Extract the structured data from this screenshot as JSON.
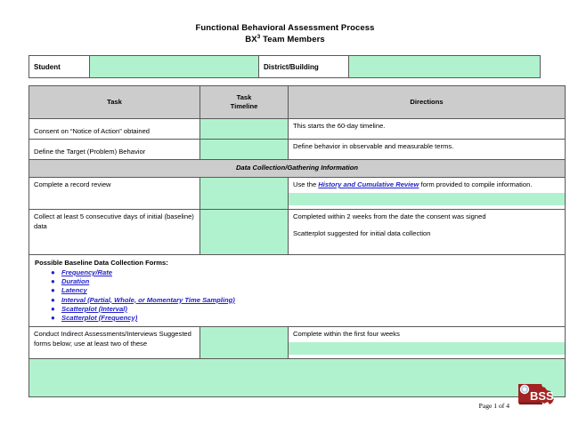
{
  "document": {
    "title_line1": "Functional Behavioral Assessment Process",
    "title_line2_main": "BX",
    "title_line2_sup": "3",
    "title_line2_rest": " Team Members"
  },
  "student_row": {
    "student_label": "Student",
    "student_value": "",
    "district_label": "District/Building",
    "district_value": ""
  },
  "table": {
    "headers": {
      "task": "Task",
      "timeline_line1": "Task",
      "timeline_line2": "Timeline",
      "directions": "Directions"
    },
    "rows": [
      {
        "task": "Consent on “Notice of Action” obtained",
        "timeline": "",
        "directions": "This starts the 60-day timeline."
      },
      {
        "task": "Define the Target (Problem) Behavior",
        "timeline": "",
        "directions": "Define behavior in observable and measurable terms."
      }
    ],
    "section_header": "Data Collection/Gathering Information",
    "record_review": {
      "task": "Complete a record review",
      "timeline": "",
      "dir_prefix": "Use the ",
      "dir_link": "History and Cumulative Review",
      "dir_suffix": " form provided to compile information."
    },
    "baseline_data": {
      "task_line1": "Collect at least 5 consecutive days of initial",
      "task_line2": "(baseline) data",
      "timeline": "",
      "dir_line1": "Completed within 2 weeks from the date the consent was signed",
      "dir_line2": "Scatterplot suggested for initial data collection"
    },
    "forms_block": {
      "title": "Possible Baseline Data Collection Forms:",
      "bullet_glyph": "●",
      "items": [
        "Frequency/Rate",
        "Duration",
        "Latency",
        "Interval (Partial, Whole, or Momentary Time Sampling)",
        "Scatterplot (Interval)",
        "Scatterplot (Frequency)"
      ]
    },
    "indirect_assessments": {
      "task_line1": "Conduct Indirect Assessments/Interviews",
      "task_line2": "Suggested forms below; use at least two of",
      "task_line3": "these",
      "timeline": "",
      "directions": "Complete within the first four weeks"
    },
    "final_blank_row": {
      "content": ""
    }
  },
  "footer": {
    "page_label": "Page 1 of 4",
    "logo_text": "BSS",
    "logo_name": "missouri-bss-logo"
  },
  "colors": {
    "fill_green": "#b0f2cd",
    "header_grey": "#cccccc",
    "link_blue": "#2222cc",
    "border_grey": "#595959",
    "logo_red": "#a32222"
  }
}
